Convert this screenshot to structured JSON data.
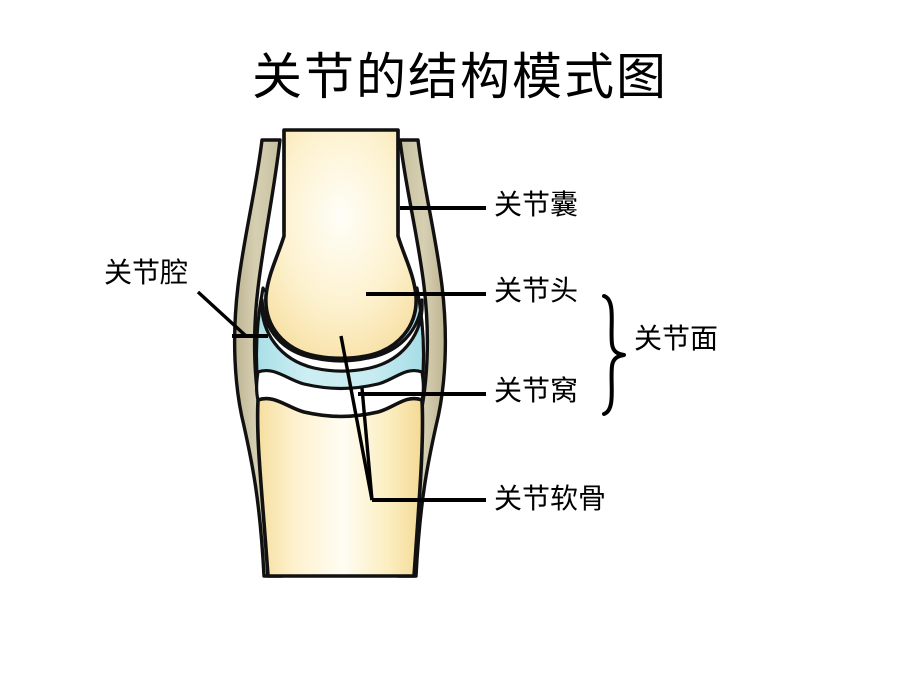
{
  "slide": {
    "title": "关节的结构模式图",
    "background_color": "#ffffff"
  },
  "diagram": {
    "name": "joint-structure-diagram",
    "colors": {
      "bone_fill_light": "#fffdf2",
      "bone_fill": "#fbeec2",
      "bone_fill_deep": "#f7e3a6",
      "capsule_fill": "#cfc8a8",
      "cavity_fill": "#c2e9f0",
      "cartilage_fill": "#ffffff",
      "outline": "#111111",
      "leader_line": "#000000"
    },
    "parts": [
      {
        "id": "upper-bone",
        "label": "上骨（骨干与关节头）"
      },
      {
        "id": "lower-bone",
        "label": "下骨（骨干与关节窝）"
      },
      {
        "id": "joint-capsule",
        "label": "关节囊"
      },
      {
        "id": "joint-cavity",
        "label": "关节腔"
      },
      {
        "id": "articular-cartilage-upper",
        "label": "关节软骨（上）"
      },
      {
        "id": "articular-cartilage-lower",
        "label": "关节软骨（下）"
      }
    ]
  },
  "labels": {
    "capsule": {
      "text": "关节囊",
      "side": "right"
    },
    "head": {
      "text": "关节头",
      "side": "right"
    },
    "socket": {
      "text": "关节窝",
      "side": "right"
    },
    "cartilage": {
      "text": "关节软骨",
      "side": "right"
    },
    "cavity": {
      "text": "关节腔",
      "side": "left"
    },
    "surface": {
      "text": "关节面",
      "side": "right-brace"
    }
  }
}
